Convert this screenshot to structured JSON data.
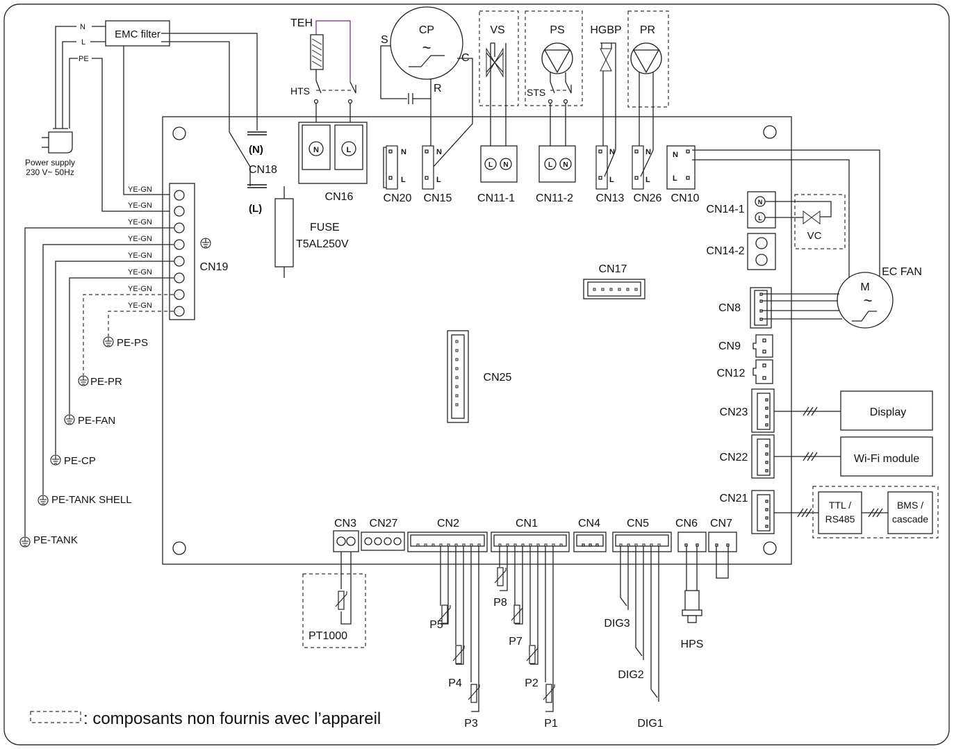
{
  "power": {
    "n": "N",
    "l": "L",
    "pe": "PE",
    "supply_line1": "Power supply",
    "supply_line2": "230 V~ 50Hz",
    "emc": "EMC filter"
  },
  "top": {
    "teh": "TEH",
    "hts": "HTS",
    "cp": "CP",
    "s": "S",
    "c": "C",
    "r": "R",
    "vs": "VS",
    "ps": "PS",
    "sts": "STS",
    "hgbp": "HGBP",
    "pr": "PR"
  },
  "cn18": {
    "n": "(N)",
    "label": "CN18",
    "l": "(L)"
  },
  "connectors": {
    "cn16": "CN16",
    "cn20": "CN20",
    "cn15": "CN15",
    "cn11_1": "CN11-1",
    "cn11_2": "CN11-2",
    "cn13": "CN13",
    "cn26": "CN26",
    "cn10": "CN10",
    "cn14_1": "CN14-1",
    "cn14_2": "CN14-2",
    "vc": "VC",
    "ec_fan": "EC FAN",
    "m": "M",
    "cn17": "CN17",
    "cn8": "CN8",
    "cn9": "CN9",
    "cn12": "CN12",
    "cn23": "CN23",
    "cn22": "CN22",
    "cn21": "CN21",
    "cn25": "CN25",
    "cn3": "CN3",
    "cn27": "CN27",
    "cn2": "CN2",
    "cn1": "CN1",
    "cn4": "CN4",
    "cn5": "CN5",
    "cn6": "CN6",
    "cn7": "CN7",
    "cn19": "CN19"
  },
  "pin": {
    "n": "N",
    "l": "L"
  },
  "fuse": {
    "title": "FUSE",
    "rating": "T5AL250V"
  },
  "modules": {
    "display": "Display",
    "wifi": "Wi-Fi module",
    "ttl1": "TTL /",
    "ttl2": "RS485",
    "bms1": "BMS /",
    "bms2": "cascade"
  },
  "earth": {
    "wire": "YE-GN",
    "pe_ps": "PE-PS",
    "pe_pr": "PE-PR",
    "pe_fan": "PE-FAN",
    "pe_cp": "PE-CP",
    "pe_tank_shell": "PE-TANK SHELL",
    "pe_tank": "PE-TANK"
  },
  "sensors": {
    "pt1000": "PT1000",
    "p1": "P1",
    "p2": "P2",
    "p3": "P3",
    "p4": "P4",
    "p5": "P5",
    "p7": "P7",
    "p8": "P8",
    "dig1": "DIG1",
    "dig2": "DIG2",
    "dig3": "DIG3",
    "hps": "HPS"
  },
  "legend": {
    "text": ": composants non fournis avec l’appareil"
  }
}
